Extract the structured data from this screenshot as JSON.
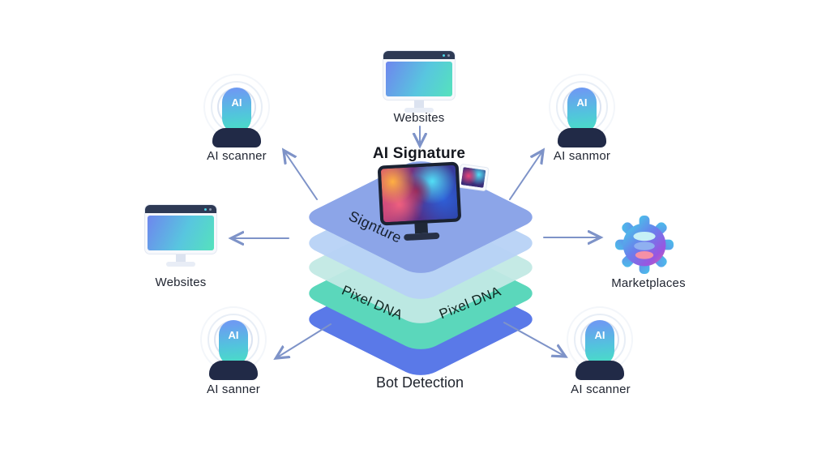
{
  "heading": {
    "label": "AI Signature"
  },
  "nodes": {
    "top_websites": {
      "label": "Websites"
    },
    "left_websites": {
      "label": "Websites"
    },
    "marketplaces": {
      "label": "Marketplaces"
    },
    "scanner_top_left": {
      "label": "AI scanner"
    },
    "scanner_top_right": {
      "label": "AI sanmor"
    },
    "scanner_bottom_left": {
      "label": "AI sanner"
    },
    "scanner_bottom_right": {
      "label": "AI scanner"
    }
  },
  "icons": {
    "scanner_head": "AI",
    "scanner_head_gradient": [
      "#6D9BF2",
      "#49DEC5"
    ],
    "scanner_body_color": "#212A47",
    "monitor_screen_gradient": [
      "#6E86EE",
      "#55E2BC"
    ],
    "gear_gradient": [
      "#3FD8E8",
      "#6A7EEC",
      "#9A55E0",
      "#E8659C"
    ]
  },
  "stack": {
    "top_label": "Signture",
    "pixel_dna_left": "Pixel DNA",
    "pixel_dna_right": "Pixel DNA",
    "bottom_label": "Bot Detection",
    "layers": [
      {
        "name": "signature-layer",
        "color": "#8CA5E8"
      },
      {
        "name": "layer-2",
        "color": "#B7D2F5"
      },
      {
        "name": "layer-3",
        "color": "#C2E9E4"
      },
      {
        "name": "pixel-dna-layer",
        "color": "#5BD7BB"
      },
      {
        "name": "bot-detection-layer",
        "color": "#5A79E8"
      }
    ]
  },
  "arrows": {
    "color": "#7E93C8"
  }
}
